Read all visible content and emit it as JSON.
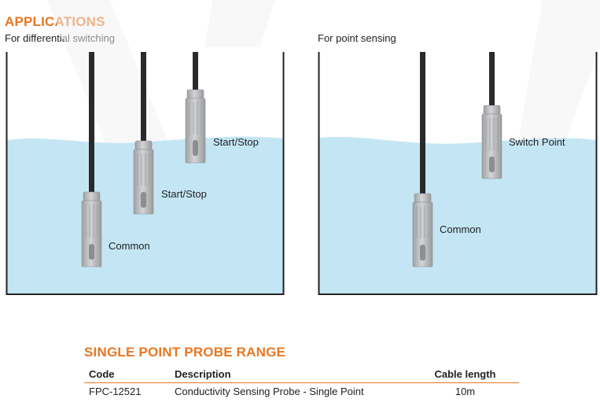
{
  "applications": {
    "title": "APPLICATIONS",
    "left_caption": "For differential switching",
    "right_caption": "For point sensing",
    "left_labels": {
      "start_stop_upper": "Start/Stop",
      "start_stop_lower": "Start/Stop",
      "common": "Common"
    },
    "right_labels": {
      "switch_point": "Switch Point",
      "common": "Common"
    }
  },
  "range": {
    "title": "SINGLE POINT PROBE RANGE",
    "columns": {
      "code": "Code",
      "description": "Description",
      "cable_length": "Cable length"
    },
    "rows": [
      {
        "code": "FPC-12521",
        "description": "Conductivity Sensing Probe - Single Point",
        "cable_length": "10m"
      }
    ]
  },
  "colors": {
    "accent": "#e87722",
    "water": "#c4e6f4",
    "tank_outline": "#222222",
    "probe_body": "#b7b8ba",
    "cable": "#2a2a2a"
  }
}
